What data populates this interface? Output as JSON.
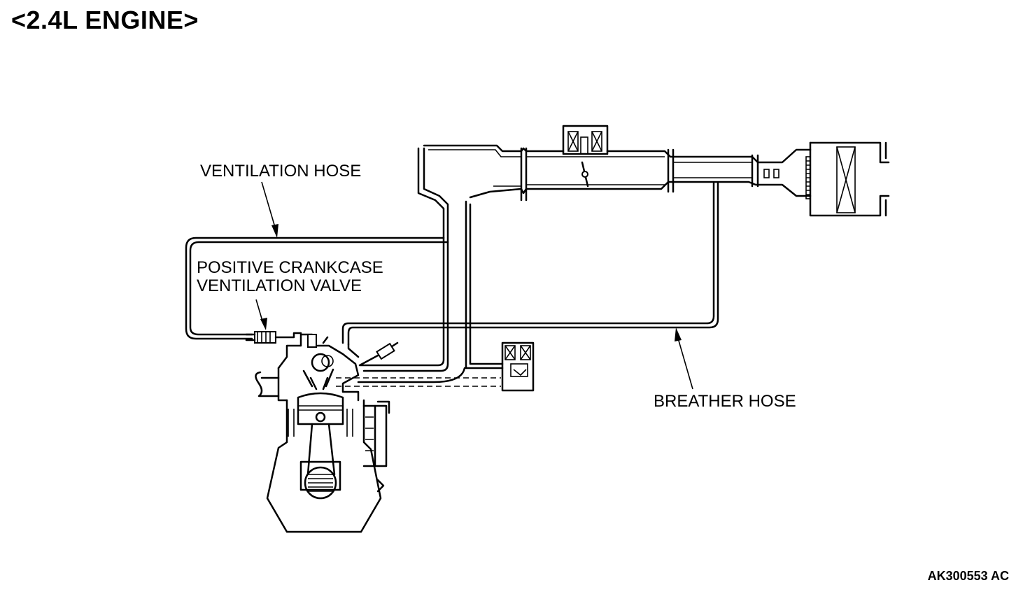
{
  "title": "<2.4L ENGINE>",
  "labels": {
    "ventilation_hose": "VENTILATION HOSE",
    "pcv_valve_line1": "POSITIVE CRANKCASE",
    "pcv_valve_line2": "VENTILATION VALVE",
    "breather_hose": "BREATHER HOSE"
  },
  "figure_id": "AK300553 AC"
}
